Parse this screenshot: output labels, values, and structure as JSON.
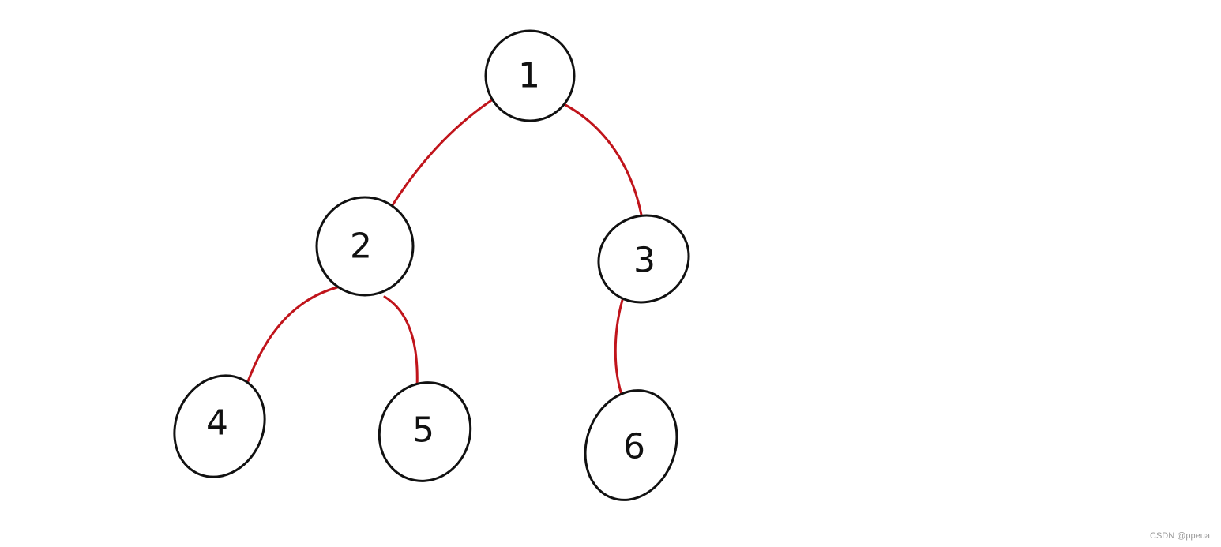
{
  "tree": {
    "nodes": [
      {
        "id": "n1",
        "label": "1"
      },
      {
        "id": "n2",
        "label": "2"
      },
      {
        "id": "n3",
        "label": "3"
      },
      {
        "id": "n4",
        "label": "4"
      },
      {
        "id": "n5",
        "label": "5"
      },
      {
        "id": "n6",
        "label": "6"
      }
    ],
    "edges": [
      {
        "from": "n1",
        "to": "n2"
      },
      {
        "from": "n1",
        "to": "n3"
      },
      {
        "from": "n2",
        "to": "n4"
      },
      {
        "from": "n2",
        "to": "n5"
      },
      {
        "from": "n3",
        "to": "n6"
      }
    ]
  },
  "colors": {
    "edge": "#c0141b",
    "node_stroke": "#111111",
    "text": "#111111"
  },
  "watermark": "CSDN @ppeua"
}
